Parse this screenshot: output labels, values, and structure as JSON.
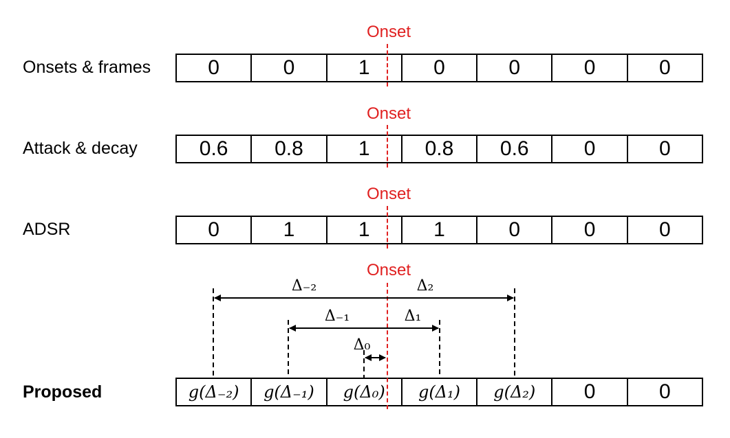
{
  "onset_label": "Onset",
  "rows": [
    {
      "label": "Onsets & frames",
      "cells": [
        "0",
        "0",
        "1",
        "0",
        "0",
        "0",
        "0"
      ]
    },
    {
      "label": "Attack & decay",
      "cells": [
        "0.6",
        "0.8",
        "1",
        "0.8",
        "0.6",
        "0",
        "0"
      ]
    },
    {
      "label": "ADSR",
      "cells": [
        "0",
        "1",
        "1",
        "1",
        "0",
        "0",
        "0"
      ]
    }
  ],
  "proposed": {
    "label": "Proposed",
    "cells": [
      "g(Δ₋₂)",
      "g(Δ₋₁)",
      "g(Δ₀)",
      "g(Δ₁)",
      "g(Δ₂)",
      "0",
      "0"
    ],
    "deltas": [
      "Δ₋₂",
      "Δ₋₁",
      "Δ₀",
      "Δ₁",
      "Δ₂"
    ]
  },
  "colors": {
    "onset": "#e02020",
    "line": "#000000"
  }
}
